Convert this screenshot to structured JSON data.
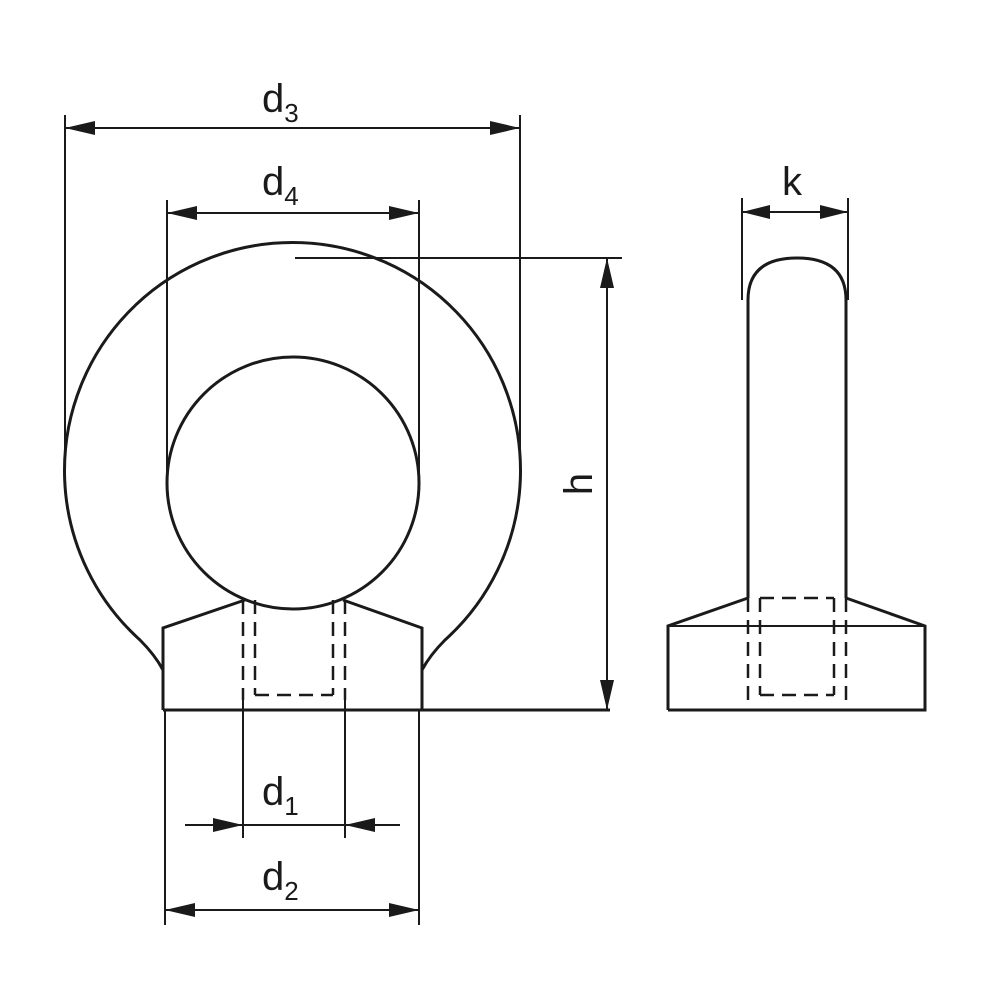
{
  "labels": {
    "d3": {
      "base": "d",
      "sub": "3"
    },
    "d4": {
      "base": "d",
      "sub": "4"
    },
    "k": {
      "base": "k",
      "sub": ""
    },
    "h": {
      "base": "h",
      "sub": ""
    },
    "d1": {
      "base": "d",
      "sub": "1"
    },
    "d2": {
      "base": "d",
      "sub": "2"
    }
  },
  "colors": {
    "line": "#1a1a1a",
    "background": "#ffffff"
  }
}
